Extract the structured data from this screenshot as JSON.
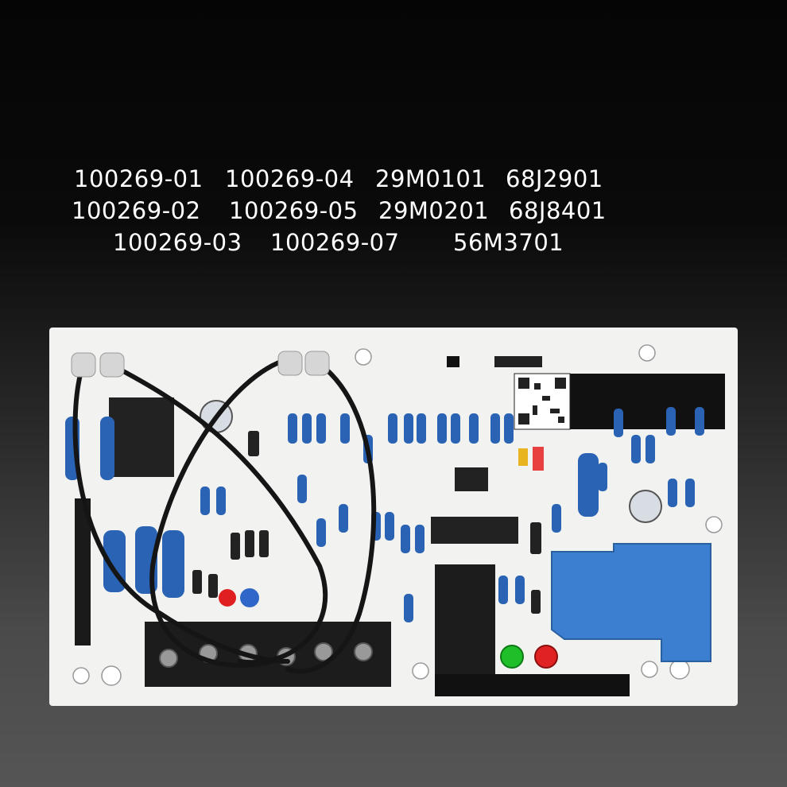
{
  "part_numbers": {
    "row1": [
      "100269-01",
      "100269-04",
      "29M0101",
      "68J2901"
    ],
    "row2": [
      "100269-02",
      "100269-05",
      "29M0201",
      "68J8401"
    ],
    "row3": [
      "100269-03",
      "100269-07",
      "56M3701"
    ]
  },
  "colors": {
    "board": "#f2f3f1",
    "resistor": "#2b63b4",
    "relay": "#3c7fd0",
    "wire": "#151515",
    "led_green": "#1fbf2a",
    "led_red": "#e02222"
  }
}
